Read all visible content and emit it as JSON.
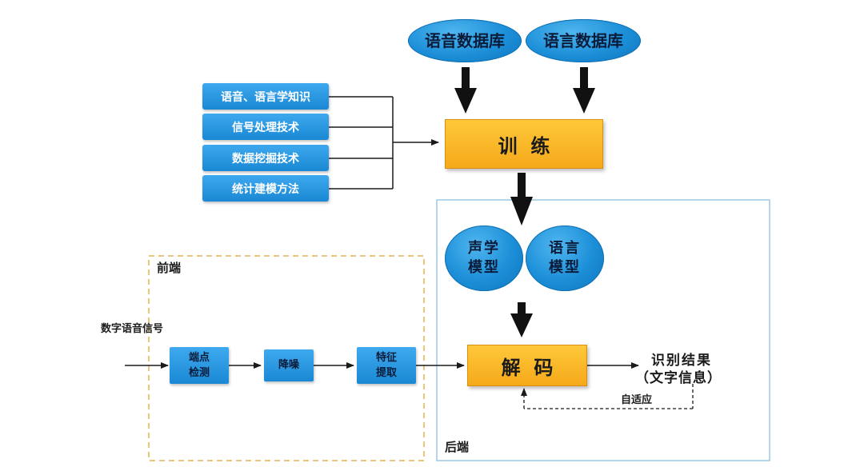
{
  "databases": {
    "speech_db": "语音数据库",
    "language_db": "语言数据库"
  },
  "knowledge_sources": [
    "语音、语言学知识",
    "信号处理技术",
    "数据挖掘技术",
    "统计建模方法"
  ],
  "training": {
    "label": "训  练"
  },
  "models": {
    "acoustic": "声学\n模型",
    "language": "语言\n模型"
  },
  "decoding": {
    "label": "解  码"
  },
  "frontend": {
    "label": "前端",
    "input_label": "数字语音信号",
    "steps": [
      "端点\n检测",
      "降噪",
      "特征\n提取"
    ]
  },
  "backend": {
    "label": "后端"
  },
  "result": {
    "line1": "识别结果",
    "line2": "（文字信息）"
  },
  "adaptive": {
    "label": "自适应"
  },
  "colors": {
    "blue": "#1c8fd8",
    "orange": "#f6b024",
    "frontend_border": "#e8c77a",
    "backend_border": "#9cc9e4"
  }
}
